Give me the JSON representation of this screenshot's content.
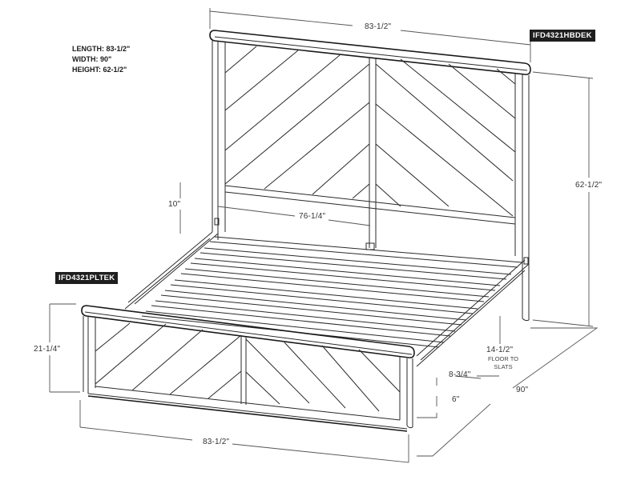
{
  "specs": {
    "length": "LENGTH: 83-1/2\"",
    "width": "WIDTH: 90\"",
    "height": "HEIGHT: 62-1/2\""
  },
  "tags": {
    "headboard": "IFD4321HBDEK",
    "platform": "IFD4321PLTEK"
  },
  "dimensions": {
    "headboard_width": "83-1/2\"",
    "headboard_height": "62-1/2\"",
    "headboard_gap": "10\"",
    "inner_width": "76-1/4\"",
    "footboard_height": "21-1/4\"",
    "floor_to_slats": "14-1/2\"",
    "floor_to_slats_note_1": "FLOOR TO",
    "floor_to_slats_note_2": "SLATS",
    "rail_height": "8-3/4\"",
    "clearance": "6\"",
    "depth": "90\"",
    "footboard_width": "83-1/2\""
  },
  "colors": {
    "line": "#2a2a2a",
    "tag_bg": "#1e1e1e",
    "tag_text": "#ffffff"
  }
}
